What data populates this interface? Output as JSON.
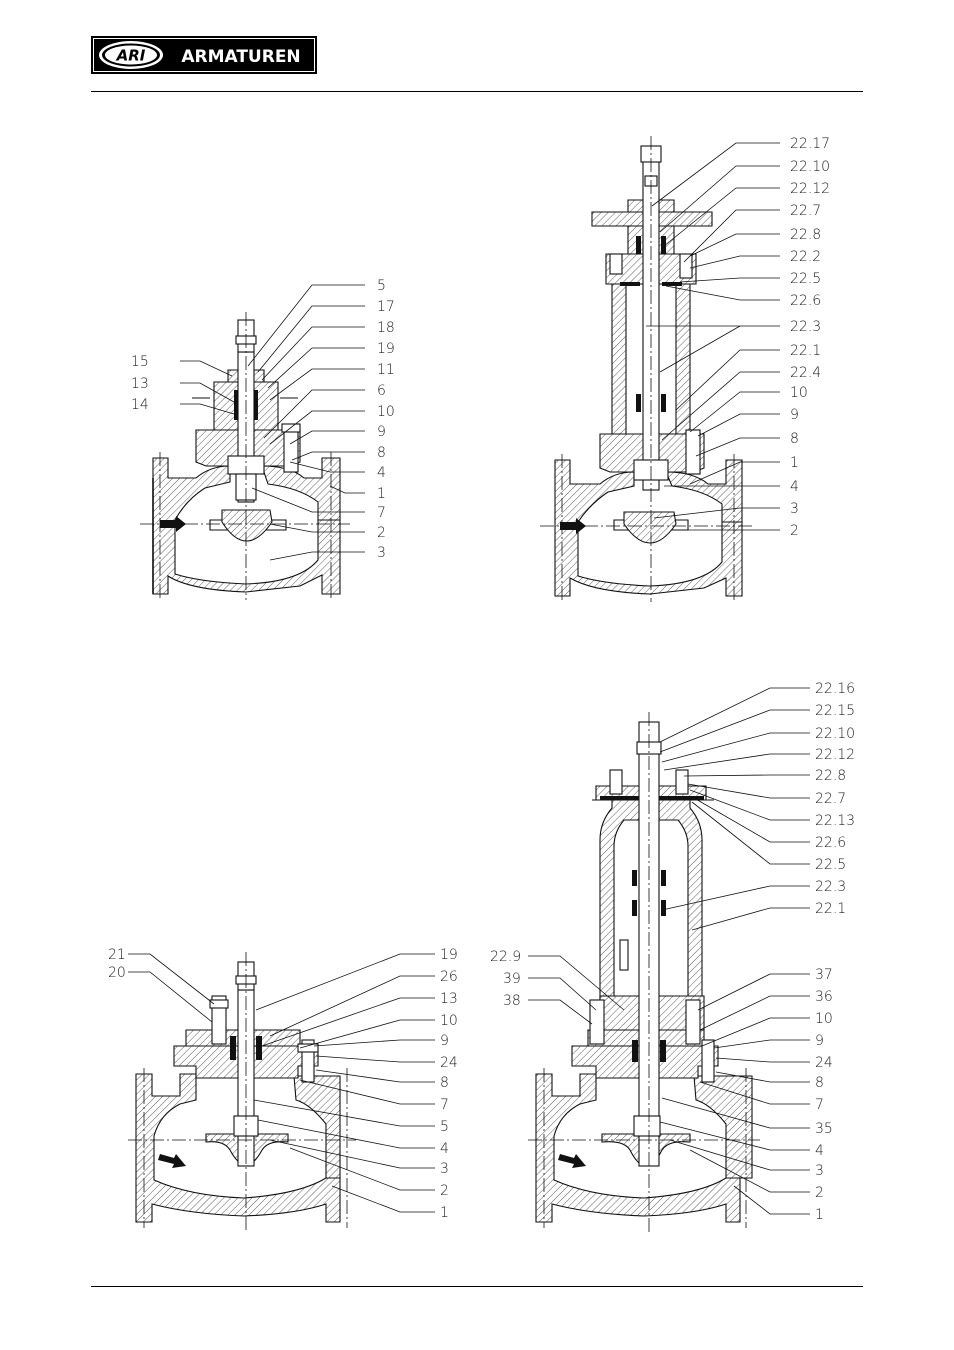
{
  "header": {
    "logo_mark": "ARI",
    "logo_text": "ARMATUREN"
  },
  "figures": [
    {
      "id": "fig-top-left",
      "labels_left": [
        "15",
        "13",
        "14"
      ],
      "labels_right": [
        "5",
        "17",
        "18",
        "19",
        "11",
        "6",
        "10",
        "9",
        "8",
        "4",
        "1",
        "7",
        "2",
        "3"
      ]
    },
    {
      "id": "fig-top-right",
      "labels_right": [
        "22.17",
        "22.10",
        "22.12",
        "22.7",
        "22.8",
        "22.2",
        "22.5",
        "22.6",
        "22.3",
        "22.1",
        "22.4",
        "10",
        "9",
        "8",
        "1",
        "4",
        "3",
        "2"
      ]
    },
    {
      "id": "fig-bottom-left",
      "labels_left": [
        "21",
        "20"
      ],
      "labels_right": [
        "19",
        "26",
        "13",
        "10",
        "9",
        "24",
        "8",
        "7",
        "5",
        "4",
        "3",
        "2",
        "1"
      ]
    },
    {
      "id": "fig-bottom-right",
      "labels_left": [
        "22.9",
        "39",
        "38"
      ],
      "labels_right": [
        "22.16",
        "22.15",
        "22.10",
        "22.12",
        "22.8",
        "22.7",
        "22.13",
        "22.6",
        "22.5",
        "22.3",
        "22.1",
        "37",
        "36",
        "10",
        "9",
        "24",
        "8",
        "7",
        "35",
        "4",
        "3",
        "2",
        "1"
      ]
    }
  ]
}
